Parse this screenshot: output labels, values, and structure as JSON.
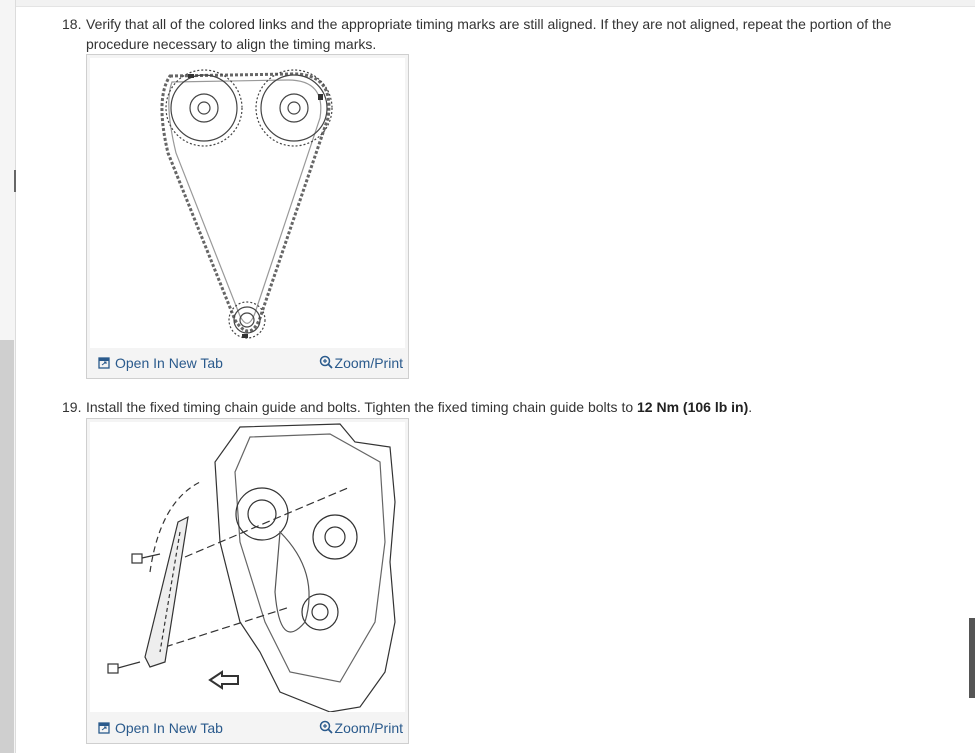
{
  "steps": [
    {
      "number": "18.",
      "text": "Verify that all of the colored links and the appropriate timing marks are still aligned. If they are not aligned, repeat the portion of the procedure necessary to align the timing marks.",
      "figure": {
        "open_label": "Open In New Tab",
        "zoom_label": "Zoom/Print"
      }
    },
    {
      "number": "19.",
      "text_before": "Install the fixed timing chain guide and bolts. Tighten the fixed timing chain guide bolts to ",
      "text_bold": "12 Nm (106 lb in)",
      "text_after": ".",
      "figure": {
        "open_label": "Open In New Tab",
        "zoom_label": "Zoom/Print"
      }
    }
  ],
  "icons": {
    "open": "open-new-tab-icon",
    "zoom": "zoom-in-icon"
  },
  "colors": {
    "link": "#2a5a8c",
    "text": "#333333"
  }
}
